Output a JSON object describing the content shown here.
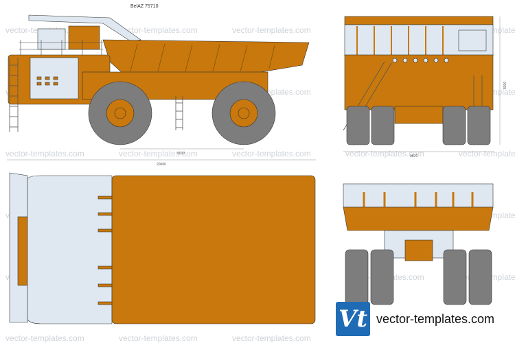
{
  "title": "BelAZ 75710",
  "watermark": "vector-templates.com",
  "brand": {
    "logo_text": "Vt",
    "site": "vector-templates.com"
  },
  "dimensions": {
    "wheelbase": "9000",
    "length": "20600",
    "height": "8300",
    "width": "9870"
  },
  "colors": {
    "body": "#c8780c",
    "tire": "#7d7d7d",
    "glass": "#dfe8f0",
    "outline": "#333333"
  }
}
